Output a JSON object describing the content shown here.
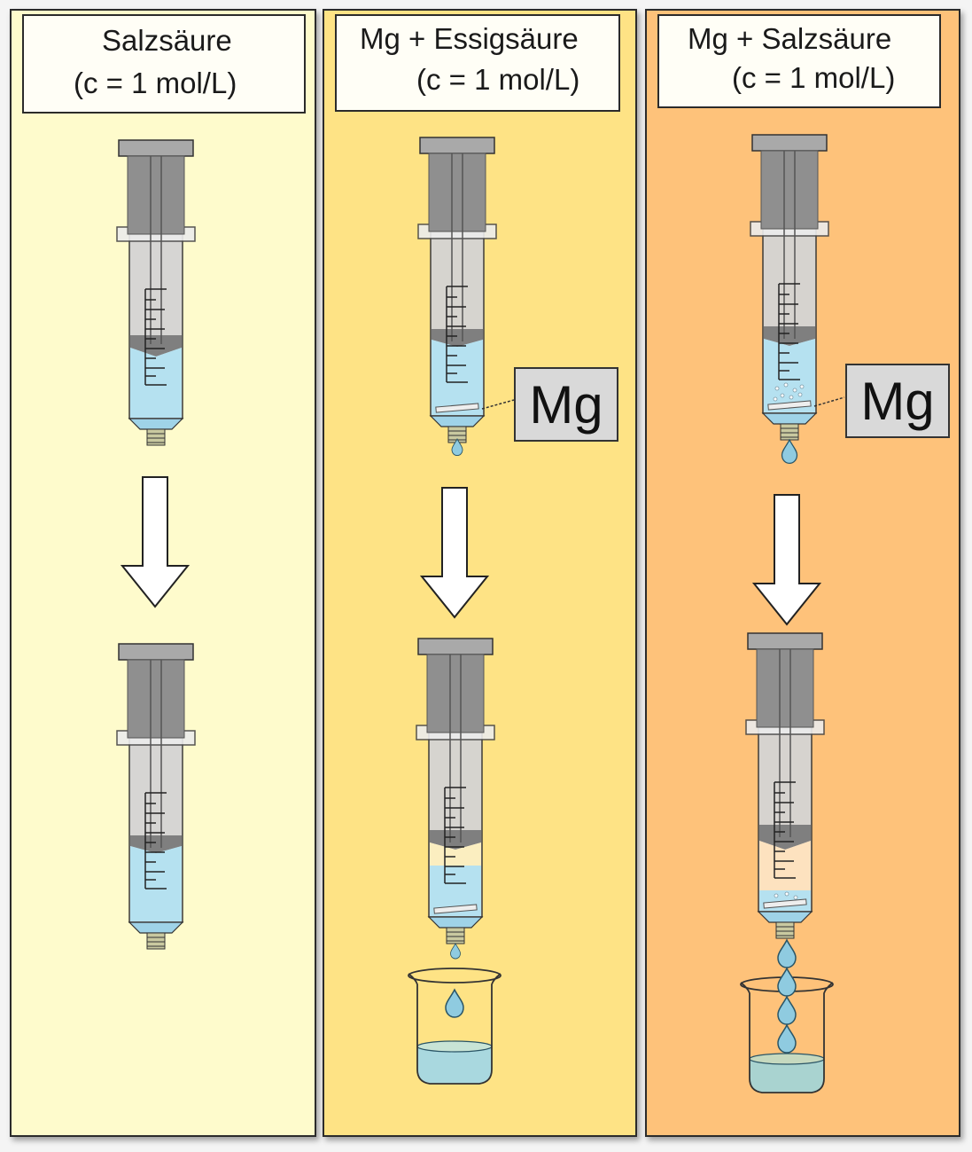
{
  "colors": {
    "panel_1_bg": "#fefbcc",
    "panel_2_bg": "#fee385",
    "panel_3_bg": "#fec27a",
    "liquid_blue": "#b5e1f0",
    "gas_tint": "#fde2bf",
    "plunger_gray": "#8c8c8c",
    "barrel_gray": "#cfcfcf"
  },
  "panels": [
    {
      "id": "salzsaeure",
      "title_line1": "Salzsäure",
      "title_line2": "(c = 1 mol/L)",
      "has_mg": false,
      "result": "no-reaction"
    },
    {
      "id": "mg-essigsaeure",
      "title_line1": "Mg + Essigsäure",
      "title_line2": "(c = 1 mol/L)",
      "has_mg": true,
      "mg_label": "Mg",
      "result": "slow-drip"
    },
    {
      "id": "mg-salzsaeure",
      "title_line1": "Mg + Salzsäure",
      "title_line2": "(c = 1 mol/L)",
      "has_mg": true,
      "mg_label": "Mg",
      "result": "fast-stream"
    }
  ]
}
